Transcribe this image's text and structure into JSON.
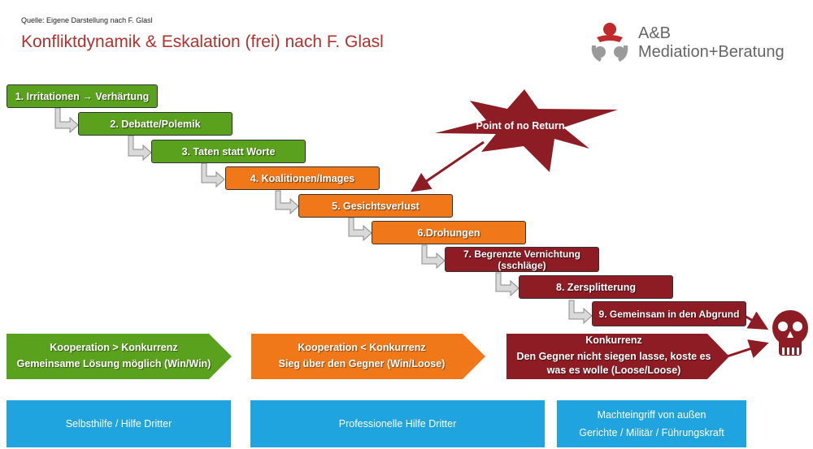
{
  "source": "Quelle: Eigene Darstellung nach F. Glasl",
  "title": "Konfliktdynamik & Eskalation (frei) nach F. Glasl",
  "logo": {
    "line1": "A&B",
    "line2": "Mediation+Beratung"
  },
  "stages": [
    {
      "label": "1. Irritationen → Verhärtung",
      "color": "#5aa21d"
    },
    {
      "label": "2. Debatte/Polemik",
      "color": "#5aa21d"
    },
    {
      "label": "3. Taten statt Worte",
      "color": "#5aa21d"
    },
    {
      "label": "4. Koalitionen/Images",
      "color": "#f07819"
    },
    {
      "label": "5. Gesichtsverlust",
      "color": "#f07819"
    },
    {
      "label": "6.Drohungen",
      "color": "#f07819"
    },
    {
      "label": "7. Begrenzte Vernichtung (sschläge)",
      "color": "#8d1c24"
    },
    {
      "label": "8. Zersplitterung",
      "color": "#8d1c24"
    },
    {
      "label": "9. Gemeinsam in den Abgrund",
      "color": "#8d1c24"
    }
  ],
  "point_of_no_return": "Point of no Return",
  "phases": [
    {
      "line1": "Kooperation > Konkurrenz",
      "line2": "Gemeinsame Lösung möglich (Win/Win)"
    },
    {
      "line1": "Kooperation < Konkurrenz",
      "line2": "Sieg über den Gegner (Win/Loose)"
    },
    {
      "line1": "Konkurrenz",
      "line2": "Den Gegner nicht siegen lasse, koste es was es wolle (Loose/Loose)"
    }
  ],
  "help": [
    {
      "line1": "Selbsthilfe / Hilfe Dritter"
    },
    {
      "line1": "Professionelle Hilfe Dritter"
    },
    {
      "line1": "Machteingriff von außen",
      "line2": "Gerichte / Militär / Führungskraft"
    }
  ],
  "colors": {
    "green": "#5aa21d",
    "orange": "#f07819",
    "red": "#8d1c24",
    "help": "#20a4df",
    "title": "#b0312e"
  }
}
